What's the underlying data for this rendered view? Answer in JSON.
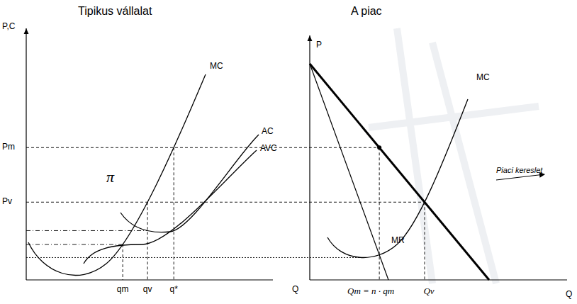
{
  "diagram": {
    "labels": [
      "Tipikus vállalat",
      "A piac",
      "P,C",
      "P",
      "MC",
      "Pm",
      "Pv",
      "π",
      "AC",
      "AVC",
      "qm",
      "qv",
      "q*",
      "Q",
      "MC",
      "MR",
      "Piaci kereslet",
      "Qm = n · qm",
      "Qv",
      "Q"
    ]
  }
}
